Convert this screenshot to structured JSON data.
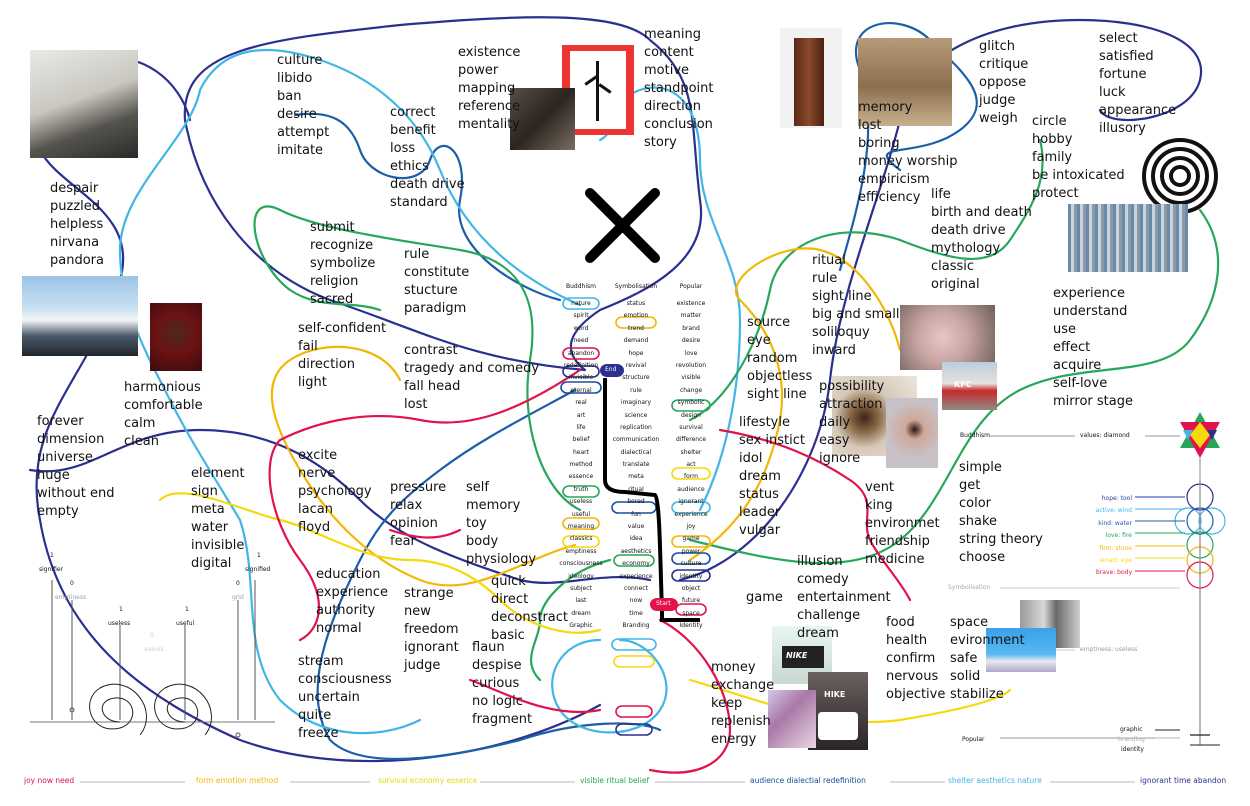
{
  "word_groups": {
    "existence": [
      "existence",
      "power",
      "mapping",
      "reference",
      "mentality"
    ],
    "meaning": [
      "meaning",
      "content",
      "motive",
      "standpoint",
      "direction",
      "conclusion",
      "story"
    ],
    "culture": [
      "culture",
      "libido",
      "ban",
      "desire",
      "attempt",
      "imitate"
    ],
    "correct": [
      "correct",
      "benefit",
      "loss",
      "ethics",
      "death drive",
      "standard"
    ],
    "despair": [
      "despair",
      "puzzled",
      "helpless",
      "nirvana",
      "pandora"
    ],
    "memory": [
      "memory",
      "lost",
      "boring",
      "money worship",
      "empiricism",
      "efficiency"
    ],
    "glitch": [
      "glitch",
      "critique",
      "oppose",
      "judge",
      "weigh"
    ],
    "select": [
      "select",
      "satisfied",
      "fortune",
      "luck",
      "appearance",
      "illusory"
    ],
    "circle": [
      "circle",
      "hobby",
      "family",
      "be intoxicated",
      "protect"
    ],
    "life": [
      "life",
      "birth and death",
      "death drive",
      "mythology",
      "classic",
      "original"
    ],
    "submit": [
      "submit",
      "recognize",
      "symbolize",
      "religion",
      "sacred"
    ],
    "rule": [
      "rule",
      "constitute",
      "stucture",
      "paradigm"
    ],
    "selfconf": [
      "self-confident",
      "fail",
      "direction",
      "light"
    ],
    "contrast": [
      "contrast",
      "tragedy and comedy",
      "fall head",
      "lost"
    ],
    "harmonious": [
      "harmonious",
      "comfortable",
      "calm",
      "clean"
    ],
    "forever": [
      "forever",
      "dimension",
      "universe",
      "huge",
      "without end",
      "empty"
    ],
    "ritual": [
      "ritual",
      "rule",
      "sight line",
      "big and small",
      "soliloquy",
      "inward"
    ],
    "source": [
      "source",
      "eye",
      "random",
      "objectless",
      "sight line"
    ],
    "possibility": [
      "possibility",
      "attraction",
      "daily",
      "easy",
      "ignore"
    ],
    "experience": [
      "experience",
      "understand",
      "use",
      "effect",
      "acquire",
      "self-love",
      "mirror stage"
    ],
    "lifestyle": [
      "lifestyle",
      "sex instict",
      "idol",
      "dream",
      "status",
      "leader",
      "vulgar"
    ],
    "excite": [
      "excite",
      "nerve",
      "psychology",
      "lacan",
      "floyd"
    ],
    "element": [
      "element",
      "sign",
      "meta",
      "water",
      "invisible",
      "digital"
    ],
    "pressure": [
      "pressure",
      "relax",
      "opinion",
      "fear"
    ],
    "self": [
      "self",
      "memory",
      "toy",
      "body",
      "physiology"
    ],
    "simple": [
      "simple",
      "get",
      "color",
      "shake",
      "string theory",
      "choose"
    ],
    "vent": [
      "vent",
      "king",
      "environmet",
      "friendship",
      "medicine"
    ],
    "education": [
      "education",
      "experience",
      "authority",
      "normal"
    ],
    "strange": [
      "strange",
      "new",
      "freedom",
      "ignorant",
      "judge"
    ],
    "quick": [
      "quick",
      "direct",
      "deconstract",
      "basic"
    ],
    "illusion": [
      "illusion",
      "comedy",
      "entertainment",
      "challenge",
      "dream"
    ],
    "game": [
      "game"
    ],
    "food": [
      "food",
      "health",
      "confirm",
      "nervous",
      "objective"
    ],
    "space": [
      "space",
      "evironment",
      "safe",
      "solid",
      "stabilize"
    ],
    "flaun": [
      "flaun",
      "despise",
      "curious",
      "no logic",
      "fragment"
    ],
    "stream": [
      "stream",
      "consciousness",
      "uncertain",
      "quite",
      "freeze"
    ],
    "money": [
      "money",
      "exchange",
      "keep",
      "replenish",
      "energy"
    ]
  },
  "table": {
    "headers": [
      "Buddhism",
      "Symbolisation",
      "Popular"
    ],
    "col1": [
      "nature",
      "spirit",
      "word",
      "need",
      "abandon",
      "redefinition",
      "invisible",
      "eternal",
      "real",
      "art",
      "life",
      "belief",
      "heart",
      "method",
      "essence",
      "truth",
      "useless",
      "useful",
      "meaning",
      "classics",
      "emptiness",
      "consciousness",
      "ideology",
      "subject",
      "last",
      "dream",
      "Graphic"
    ],
    "col2": [
      "status",
      "emotion",
      "trend",
      "demand",
      "hope",
      "revival",
      "structure",
      "rule",
      "imaginary",
      "science",
      "replication",
      "communication",
      "dialectical",
      "translate",
      "meta",
      "ritual",
      "bored",
      "fun",
      "value",
      "idea",
      "aesthetics",
      "economy",
      "experience",
      "connect",
      "now",
      "time",
      "Branding"
    ],
    "col3": [
      "existence",
      "matter",
      "brand",
      "desire",
      "love",
      "revolution",
      "visible",
      "change",
      "symbolic",
      "design",
      "survival",
      "difference",
      "shelter",
      "act",
      "form",
      "audience",
      "ignorant",
      "experience",
      "joy",
      "game",
      "power",
      "culture",
      "identity",
      "object",
      "future",
      "space",
      "Identity"
    ],
    "end_label": "End",
    "start_label": "Start"
  },
  "legend": {
    "items": [
      {
        "label": "hope: tool",
        "color": "#2b3b9c"
      },
      {
        "label": "active: wind",
        "color": "#41b6e6"
      },
      {
        "label": "kind: water",
        "color": "#1a5fa8"
      },
      {
        "label": "love: fire",
        "color": "#27a75a"
      },
      {
        "label": "firm: stone",
        "color": "#f2b705"
      },
      {
        "label": "smart: eye",
        "color": "#f5d90a"
      },
      {
        "label": "brave: body",
        "color": "#e0134a"
      }
    ],
    "buddhism_label": "Buddhism",
    "values_label": "values: diamond",
    "symbolisation_label": "Symbolisation",
    "emptiness_label": "emptiness: useless",
    "popular_label": "Popular",
    "graphic_label": "graphic",
    "branding_label": "branding",
    "identity_label": "identity"
  },
  "left_diagram": {
    "signifier": "signifier",
    "signified": "signified",
    "emptiness": "emptiness",
    "grid": "grid",
    "useless": "useless",
    "useful": "useful",
    "values": "values",
    "one_a": "1",
    "zero_a": "0",
    "one_b": "1",
    "one_c": "1",
    "one_d": "1",
    "zero_b": "0",
    "zero_c": "0"
  },
  "footer": [
    {
      "label": "joy now need",
      "color": "#e0134a"
    },
    {
      "label": "form emotion method",
      "color": "#f2b705"
    },
    {
      "label": "survival economy essence",
      "color": "#e8d80a"
    },
    {
      "label": "visible ritual belief",
      "color": "#27a75a"
    },
    {
      "label": "audience dialectial redefinition",
      "color": "#1a4fa0"
    },
    {
      "label": "shelter aesthetics nature",
      "color": "#41b6e6"
    },
    {
      "label": "ignorant time abandon",
      "color": "#2b2f8f"
    }
  ],
  "images": {
    "kfc_text": "KFC",
    "nike_text": "NIKE",
    "hike_text": "HIKE"
  }
}
